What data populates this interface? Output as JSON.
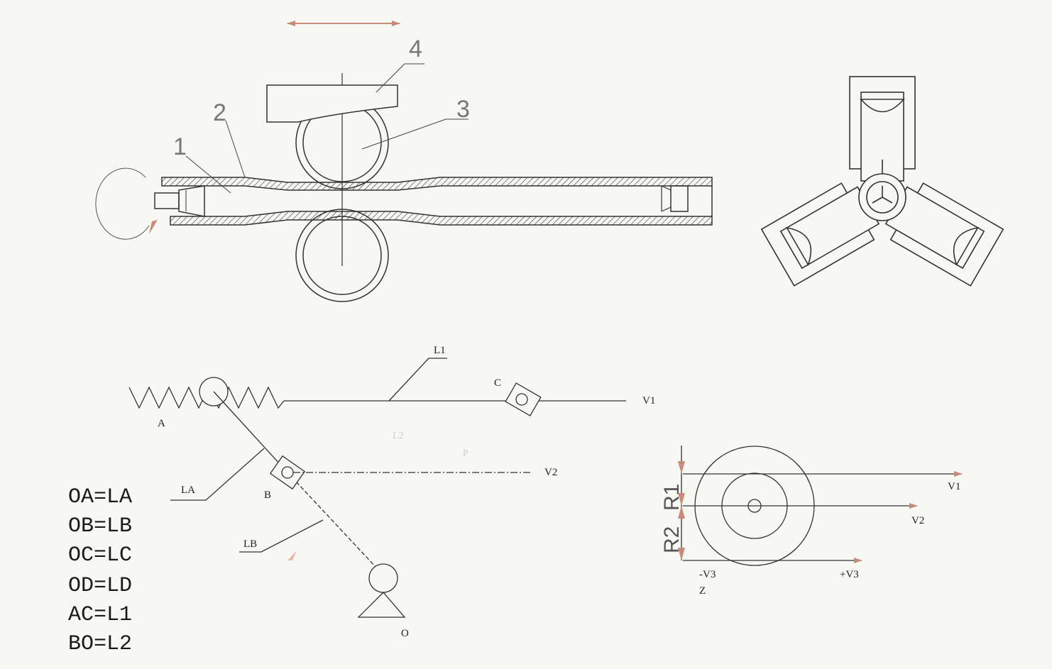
{
  "colors": {
    "paper": "#f7f7f3",
    "ink": "#222222",
    "accent_arrow": "#c98a7a",
    "hatch": "#333333"
  },
  "top_view": {
    "callouts": {
      "n1": "1",
      "n2": "2",
      "n3": "3",
      "n4": "4"
    }
  },
  "mechanism": {
    "points": {
      "A": "A",
      "B": "B",
      "C": "C",
      "O": "O"
    },
    "links": {
      "L1": "L1",
      "LA": "LA",
      "LB": "LB"
    },
    "velocities": {
      "V1": "V1",
      "V2": "V2"
    },
    "faint_marks": {
      "f1": "L2",
      "f2": "P"
    }
  },
  "equations": [
    "OA=LA",
    "OB=LB",
    "OC=LC",
    "OD=LD",
    "AC=L1",
    "BO=L2"
  ],
  "velocity_diagram": {
    "radius_labels": [
      "R2",
      "R1"
    ],
    "arrow_labels": {
      "v1": "V1",
      "v2": "V2",
      "minus_v3": "-V3",
      "plus_v3": "+V3",
      "z": "Z"
    }
  }
}
